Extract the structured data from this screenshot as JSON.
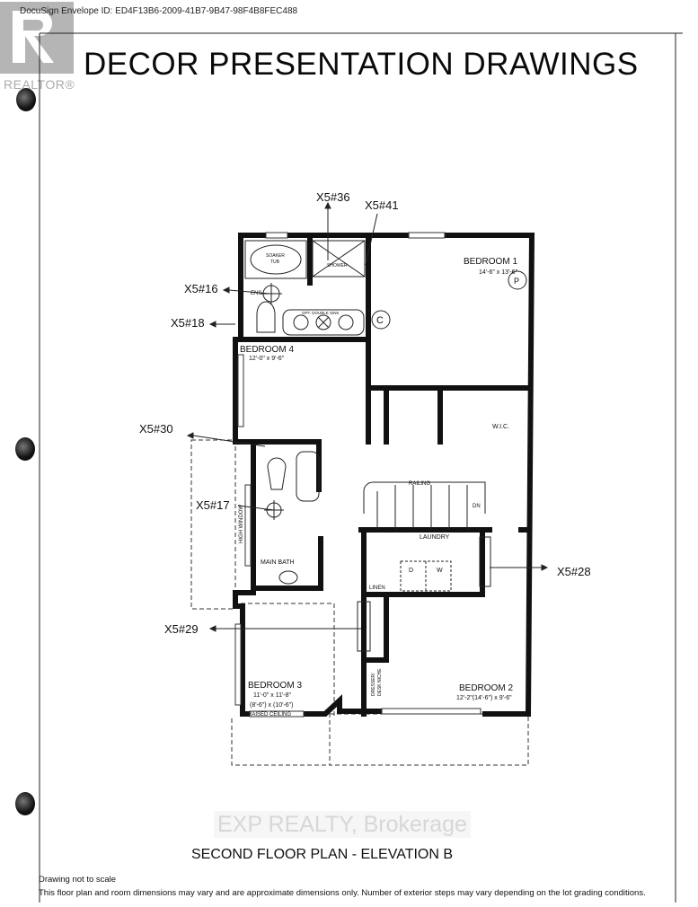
{
  "header": {
    "envelope_id": "DocuSign Envelope ID: ED4F13B6-2009-41B7-9B47-98F4B8FEC488",
    "title": "DECOR PRESENTATION DRAWINGS",
    "logo_text": "REALTOR®"
  },
  "plan": {
    "rooms": {
      "bedroom1": {
        "name": "BEDROOM 1",
        "dims": "14'-6\" x 13'-6\""
      },
      "bedroom2": {
        "name": "BEDROOM 2",
        "dims": "12'-2\"(14'-6\") x 9'-6\""
      },
      "bedroom3": {
        "name": "BEDROOM 3",
        "dims": "11'-0\" x 11'-8\"",
        "dims2": "(8'-6\") x (10'-6\")",
        "note": "RAISED CEILING"
      },
      "bedroom4": {
        "name": "BEDROOM 4",
        "dims": "12'-0\" x 9'-6\""
      },
      "ensuite": "ENS",
      "soaker_tub": "SOAKER",
      "soaker_tub2": "TUB",
      "shower": "SHOWER",
      "double_sink": "OPT. DOUBLE SINK",
      "wic": "W.I.C.",
      "main_bath": "MAIN BATH",
      "high_window": "HIGH WINDOW",
      "railing": "RAILING",
      "dn": "DN",
      "laundry": "LAUNDRY",
      "dryer": "D",
      "washer": "W",
      "linen": "LINEN",
      "dresser": "DRESSER/",
      "desk_niche": "DESK NICHE",
      "symbol_c": "C",
      "symbol_p": "P"
    },
    "callouts": {
      "x5_36": "X5#36",
      "x5_41": "X5#41",
      "x5_16": "X5#16",
      "x5_18": "X5#18",
      "x5_30": "X5#30",
      "x5_17": "X5#17",
      "x5_28": "X5#28",
      "x5_29": "X5#29"
    }
  },
  "footer": {
    "caption": "SECOND FLOOR PLAN - ELEVATION B",
    "watermark": "EXP REALTY, Brokerage",
    "note1": "Drawing not to scale",
    "note2": "This floor plan and room dimensions may vary and are approximate dimensions only.  Number of exterior steps may vary depending on the lot grading conditions."
  }
}
